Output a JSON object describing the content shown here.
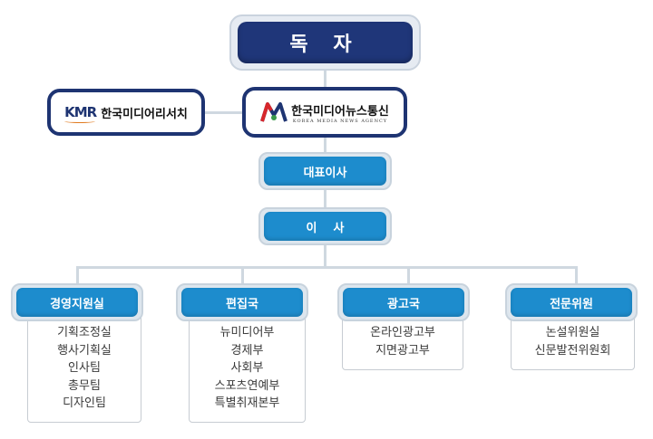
{
  "reader": "독 자",
  "logos": {
    "kmr": {
      "mark": "KMR",
      "name": "한국미디어리서치",
      "icon": "kmr-logo-icon"
    },
    "news": {
      "name": "한국미디어뉴스통신",
      "sub": "KOREA MEDIA NEWS AGENCY",
      "icon": "m-logo-icon"
    }
  },
  "ceo": "대표이사",
  "board": "이    사",
  "departments": [
    {
      "title": "경영지원실",
      "items": [
        "기획조정실",
        "행사기획실",
        "인사팀",
        "총무팀",
        "디자인팀"
      ]
    },
    {
      "title": "편집국",
      "items": [
        "뉴미디어부",
        "경제부",
        "사회부",
        "스포츠연예부",
        "특별취재본부"
      ]
    },
    {
      "title": "광고국",
      "items": [
        "온라인광고부",
        "지면광고부"
      ]
    },
    {
      "title": "전문위원",
      "items": [
        "논설위원실",
        "신문발전위원회"
      ]
    }
  ],
  "colors": {
    "navy": "#1f3679",
    "blue": "#1d8ccd",
    "connector": "#cfd8e0",
    "accent_orange": "#e07a1f",
    "accent_red": "#d7262b"
  }
}
